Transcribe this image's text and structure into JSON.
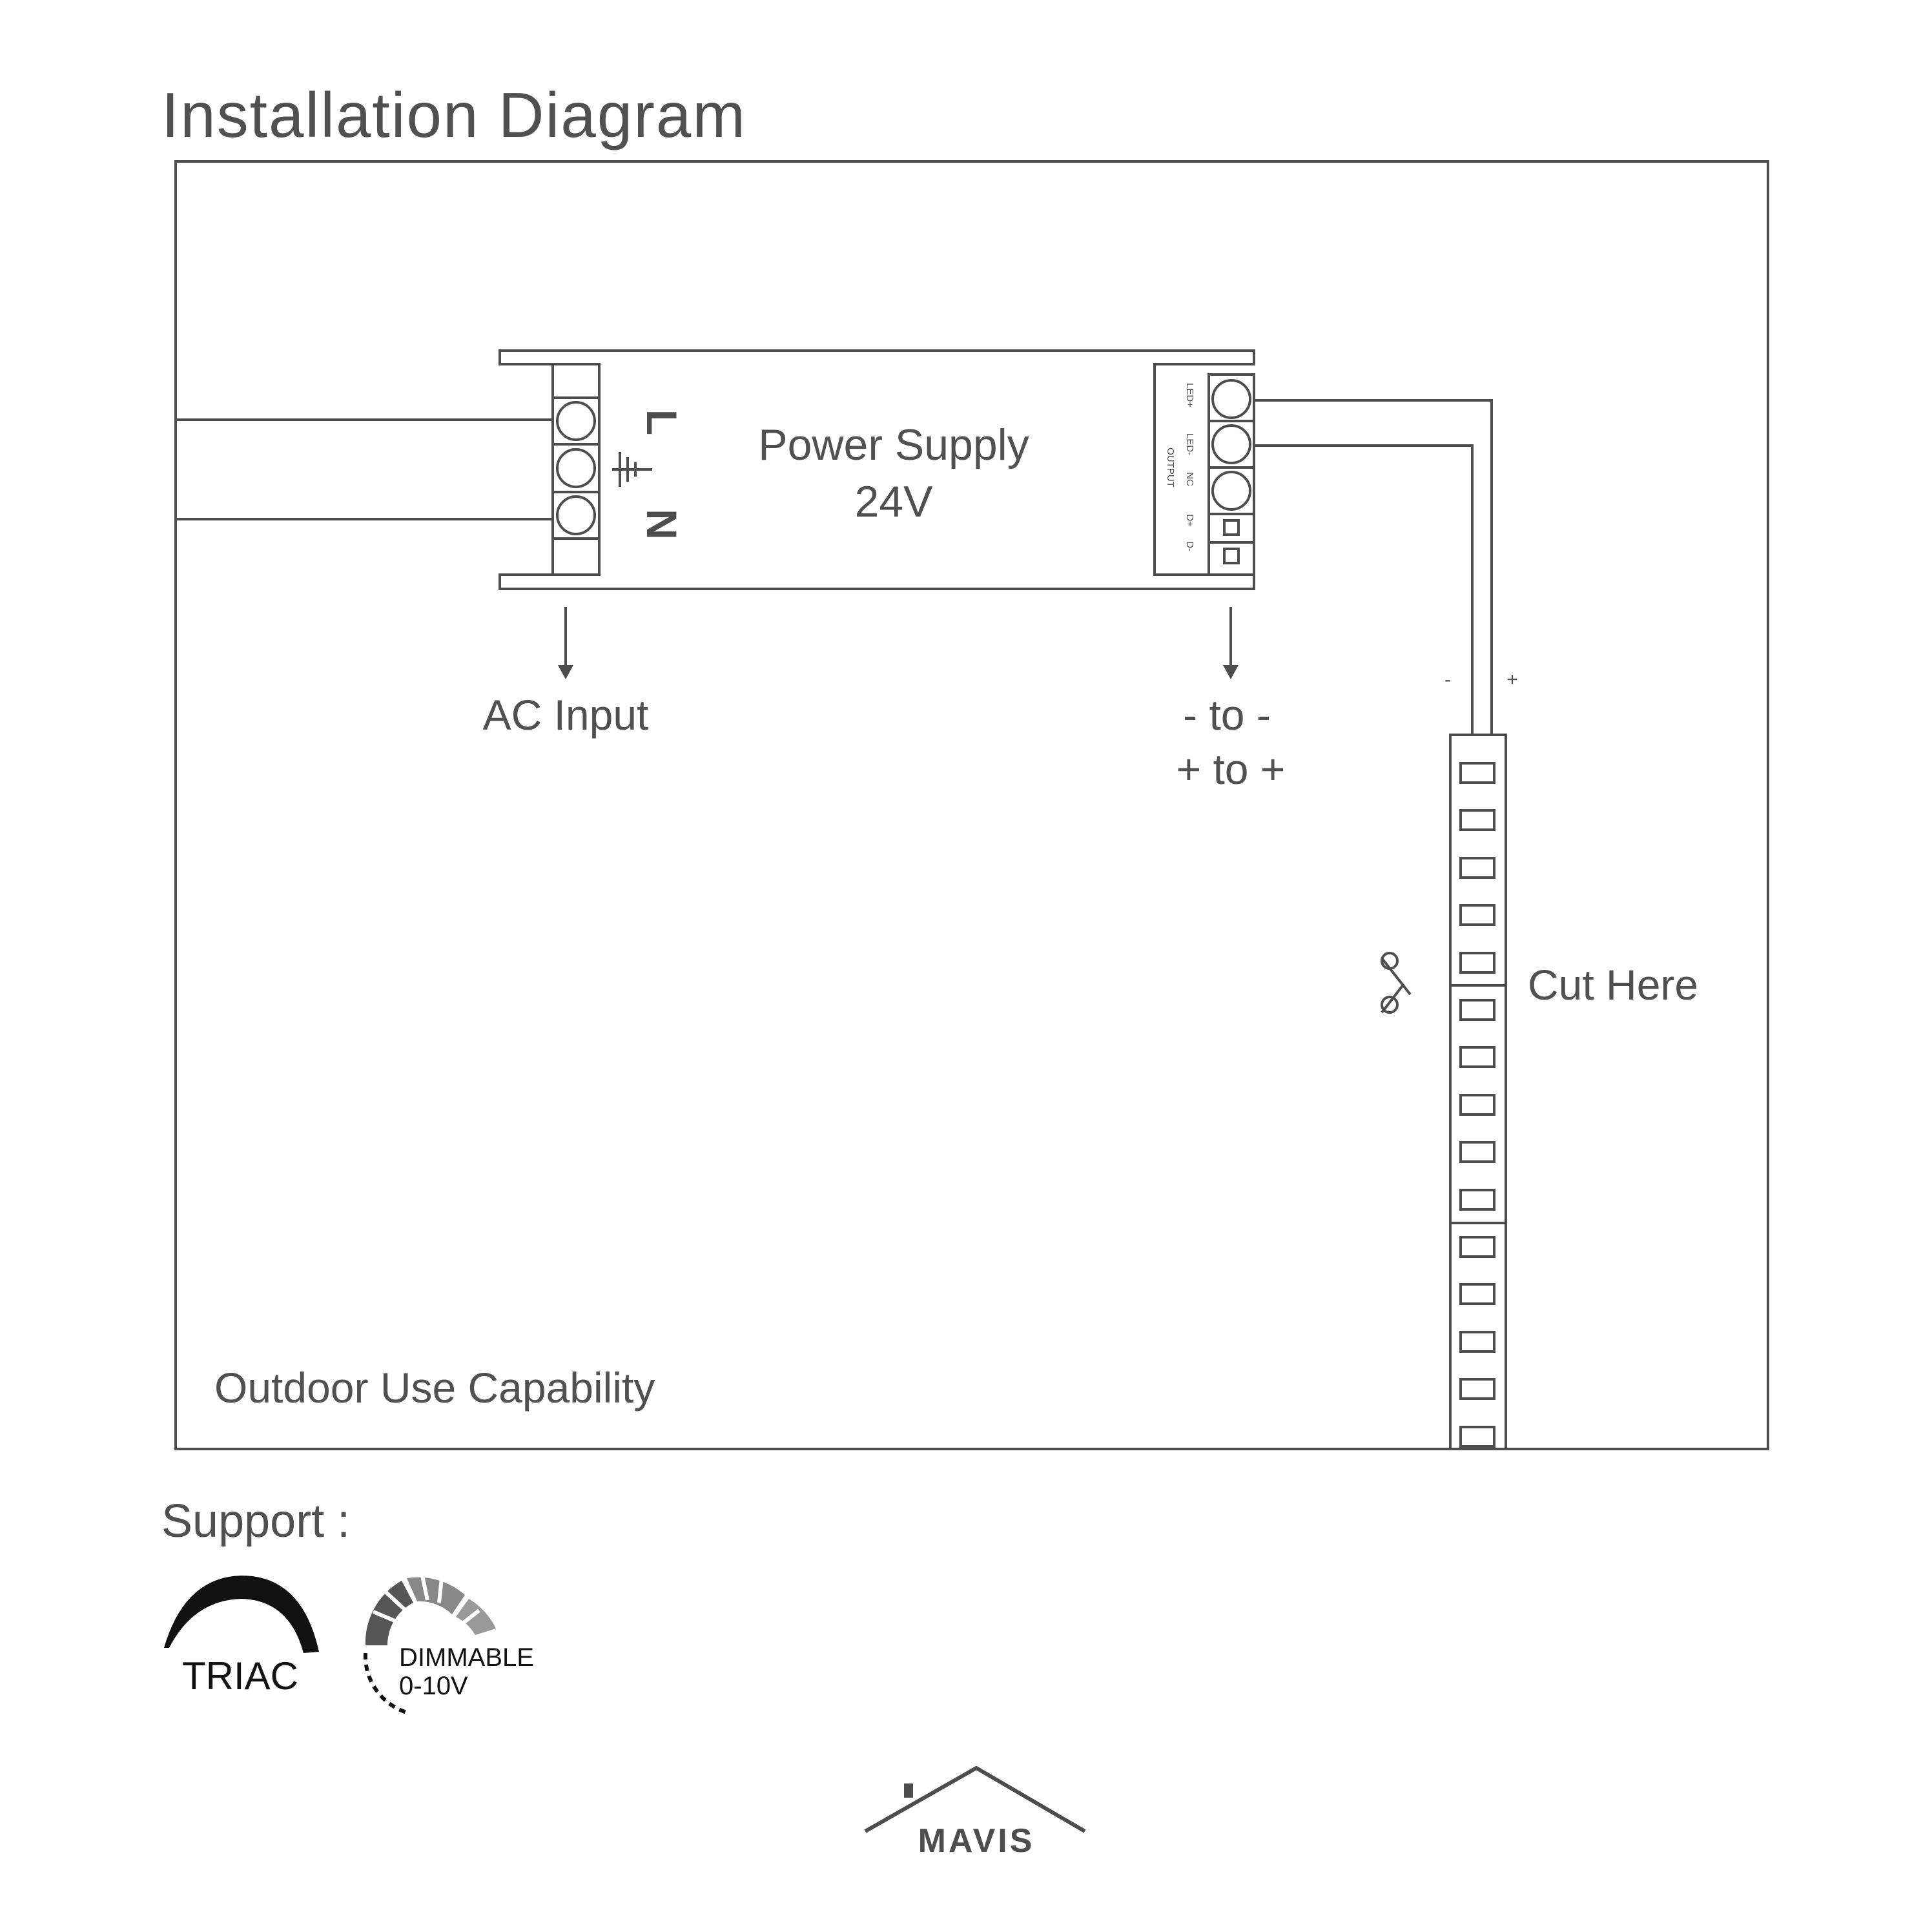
{
  "title": "Installation Diagram",
  "power_supply": {
    "name": "Power Supply",
    "voltage": "24V",
    "input_terminals": {
      "live": "L",
      "neutral": "N"
    },
    "output_terminals": [
      "LED+",
      "LED-",
      "NC",
      "D+",
      "D-"
    ],
    "output_group_label": "OUTPUT"
  },
  "labels": {
    "ac_input": "AC Input",
    "polarity_line1": "- to -",
    "polarity_line2": "+ to +",
    "strip_minus": "-",
    "strip_plus": "+",
    "cut_here": "Cut Here",
    "outdoor": "Outdoor Use Capability"
  },
  "support": {
    "heading": "Support :",
    "triac_label": "TRIAC",
    "dimmable_line1": "DIMMABLE",
    "dimmable_line2": "0-10V"
  },
  "brand": {
    "name": "MAVIS"
  },
  "icons": {
    "ground": "ground-icon",
    "scissors": "scissors-icon",
    "triac": "triac-arc-icon",
    "dimmable": "dimmable-dial-icon",
    "logo": "house-roof-logo"
  },
  "colors": {
    "ink": "#4d4d4d",
    "text": "#505050",
    "background": "#ffffff"
  }
}
